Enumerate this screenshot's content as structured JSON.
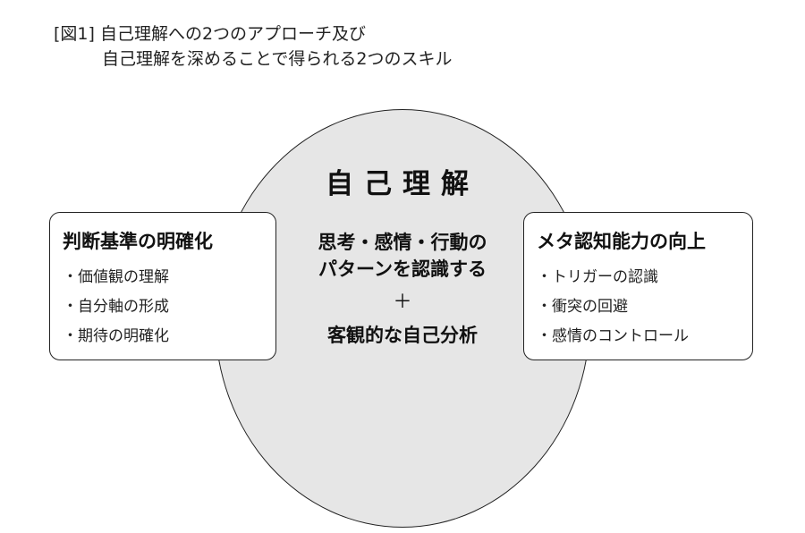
{
  "title": {
    "line1": "[図1] 自己理解への2つのアプローチ及び",
    "line2": "自己理解を深めることで得られる2つのスキル"
  },
  "center": {
    "heading": "自己理解",
    "line1": "思考・感情・行動の",
    "line2": "パターンを認識する",
    "plus": "＋",
    "line3": "客観的な自己分析"
  },
  "left_box": {
    "title": "判断基準の明確化",
    "items": [
      "・価値観の理解",
      "・自分軸の形成",
      "・期待の明確化"
    ]
  },
  "right_box": {
    "title": "メタ認知能力の向上",
    "items": [
      "・トリガーの認識",
      "・衝突の回避",
      "・感情のコントロール"
    ]
  }
}
